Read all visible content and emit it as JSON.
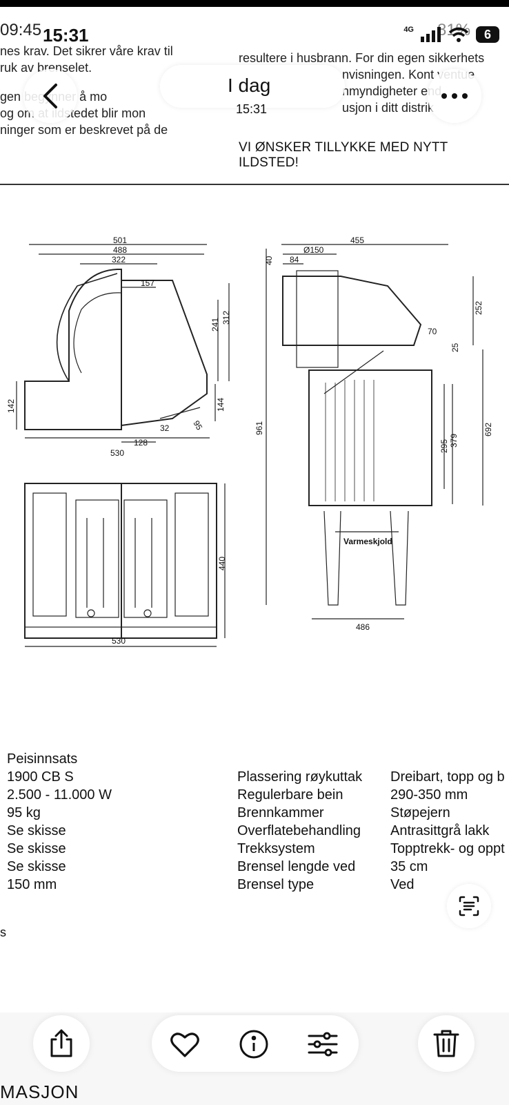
{
  "status_bar": {
    "time": "15:31",
    "network": "4G",
    "battery": "6"
  },
  "ghost_status": {
    "time": "09:45",
    "battery": "81%"
  },
  "nav": {
    "title": "I dag",
    "subtitle": "15:31"
  },
  "document": {
    "top_left_lines": [
      "nes krav. Det sikrer våre krav til",
      "ruk av brenselet.",
      "gen  begynner å mo",
      "og om at ildstedet blir mon",
      "ninger som er beskrevet på de"
    ],
    "top_right_lines": [
      "resultere i husbrann. For din egen sikkerhets",
      "nvisningen. Kont  ventue",
      "nmyndigheter  end",
      "usjon i ditt distrik"
    ],
    "heading": "VI ØNSKER TILLYKKE MED NYTT ILDSTED!"
  },
  "drawing": {
    "top_view": {
      "dims": [
        "501",
        "488",
        "322",
        "157",
        "312",
        "241",
        "142",
        "144",
        "95",
        "32",
        "128",
        "530"
      ]
    },
    "front_view": {
      "dims": [
        "440",
        "530"
      ]
    },
    "side_view": {
      "dims": [
        "455",
        "Ø150",
        "84",
        "40",
        "252",
        "70",
        "25",
        "692",
        "961",
        "295",
        "379",
        "486"
      ],
      "label": "Varmeskjold"
    }
  },
  "specs": {
    "col1": [
      "Peisinnsats",
      "1900 CB S",
      "2.500 - 11.000 W",
      "95 kg",
      "Se skisse",
      "Se skisse",
      "Se skisse",
      "150 mm"
    ],
    "col2": [
      "Plassering røykuttak",
      "Regulerbare bein",
      "Brennkammer",
      "Overflatebehandling",
      "Trekksystem",
      "Brensel lengde ved",
      "Brensel type"
    ],
    "col3": [
      "Dreibart, topp og b",
      "290-350 mm",
      "Støpejern",
      "Antrasittgrå lakk",
      "Topptrekk- og oppt",
      "35 cm",
      "Ved"
    ]
  },
  "stray_mark": "s",
  "bottom_text": "MASJON",
  "toolbar": {
    "share": "share-icon",
    "favorite": "heart-icon",
    "info": "info-icon",
    "adjust": "sliders-icon",
    "delete": "trash-icon"
  }
}
